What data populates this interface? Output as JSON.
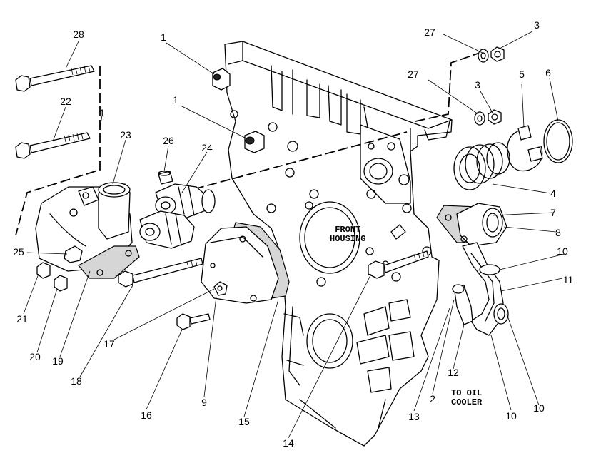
{
  "callouts": [
    {
      "id": "28",
      "text": "28"
    },
    {
      "id": "22",
      "text": "22"
    },
    {
      "id": "1a",
      "text": "1"
    },
    {
      "id": "1b",
      "text": "1"
    },
    {
      "id": "1c",
      "text": "1"
    },
    {
      "id": "23",
      "text": "23"
    },
    {
      "id": "26",
      "text": "26"
    },
    {
      "id": "24",
      "text": "24"
    },
    {
      "id": "25",
      "text": "25"
    },
    {
      "id": "21",
      "text": "21"
    },
    {
      "id": "20",
      "text": "20"
    },
    {
      "id": "19",
      "text": "19"
    },
    {
      "id": "18",
      "text": "18"
    },
    {
      "id": "17",
      "text": "17"
    },
    {
      "id": "16",
      "text": "16"
    },
    {
      "id": "9",
      "text": "9"
    },
    {
      "id": "15",
      "text": "15"
    },
    {
      "id": "14",
      "text": "14"
    },
    {
      "id": "13",
      "text": "13"
    },
    {
      "id": "2",
      "text": "2"
    },
    {
      "id": "12",
      "text": "12"
    },
    {
      "id": "10a",
      "text": "10"
    },
    {
      "id": "10b",
      "text": "10"
    },
    {
      "id": "10c",
      "text": "10"
    },
    {
      "id": "11",
      "text": "11"
    },
    {
      "id": "8",
      "text": "8"
    },
    {
      "id": "7",
      "text": "7"
    },
    {
      "id": "4",
      "text": "4"
    },
    {
      "id": "5",
      "text": "5"
    },
    {
      "id": "6",
      "text": "6"
    },
    {
      "id": "3a",
      "text": "3"
    },
    {
      "id": "3b",
      "text": "3"
    },
    {
      "id": "27a",
      "text": "27"
    },
    {
      "id": "27b",
      "text": "27"
    }
  ],
  "notes": {
    "front_housing": [
      "FRONT",
      "HOUSING"
    ],
    "to_oil_cooler": [
      "TO OIL",
      "COOLER"
    ]
  }
}
